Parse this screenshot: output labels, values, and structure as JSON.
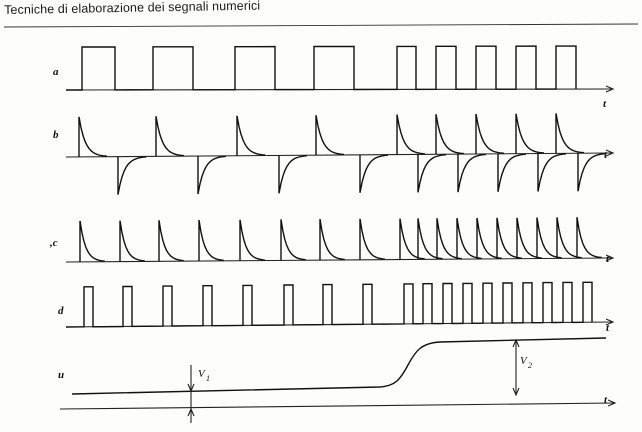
{
  "header": {
    "title": "Tecniche di elaborazione dei segnali numerici"
  },
  "figure": {
    "traces": [
      {
        "id": "a",
        "label": "a",
        "axis_label": "t",
        "kind": "square-wave"
      },
      {
        "id": "b",
        "label": "b",
        "axis_label": "t",
        "kind": "bipolar-spikes"
      },
      {
        "id": "c",
        "label": ",c",
        "axis_label": "t",
        "kind": "unipolar-spikes"
      },
      {
        "id": "d",
        "label": "d",
        "axis_label": "t",
        "kind": "pulse-train"
      },
      {
        "id": "u",
        "label": "u",
        "axis_label": "t",
        "kind": "step-level"
      }
    ],
    "annotations": {
      "v1": {
        "symbol": "V",
        "sub": "1"
      },
      "v2": {
        "symbol": "V",
        "sub": "2"
      }
    },
    "colors": {
      "ink": "#111111",
      "paper": "#fdfdfb"
    }
  }
}
